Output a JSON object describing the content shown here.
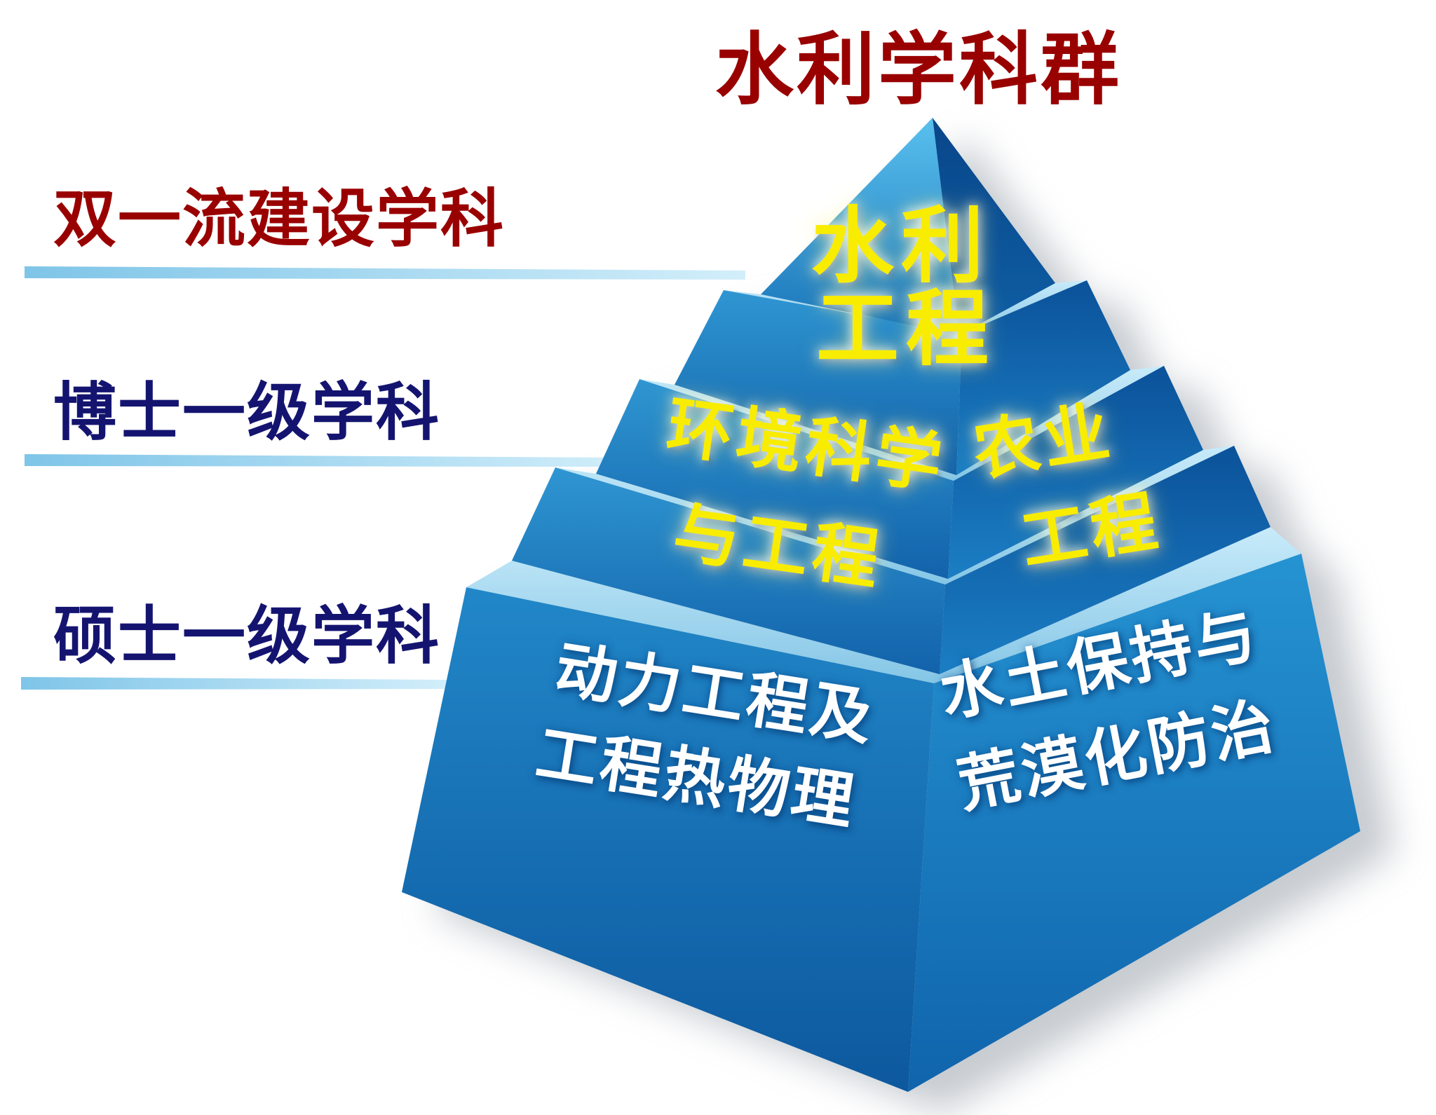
{
  "title": "水利学科群",
  "colors": {
    "title_red": "#990000",
    "label_navy": "#141470",
    "pyramid_yellow": "#f8ec00",
    "text_white": "#ffffff",
    "beam_blue": "#a9dcf3"
  },
  "side_labels": [
    {
      "label": "双一流建设学科",
      "tier": "top"
    },
    {
      "label": "博士一级学科",
      "tier": "middle"
    },
    {
      "label": "硕士一级学科",
      "tier": "bottom"
    }
  ],
  "pyramid": {
    "top_tier": {
      "line1": "水利",
      "line2": "工程"
    },
    "middle_tier": {
      "left": {
        "line1": "环境科学",
        "line2": "与工程"
      },
      "right": {
        "line1": "农业",
        "line2": "工程"
      }
    },
    "bottom_tier": {
      "left": {
        "line1": "动力工程及",
        "line2": "工程热物理"
      },
      "right": {
        "line1": "水土保持与",
        "line2": "荒漠化防治"
      }
    }
  }
}
